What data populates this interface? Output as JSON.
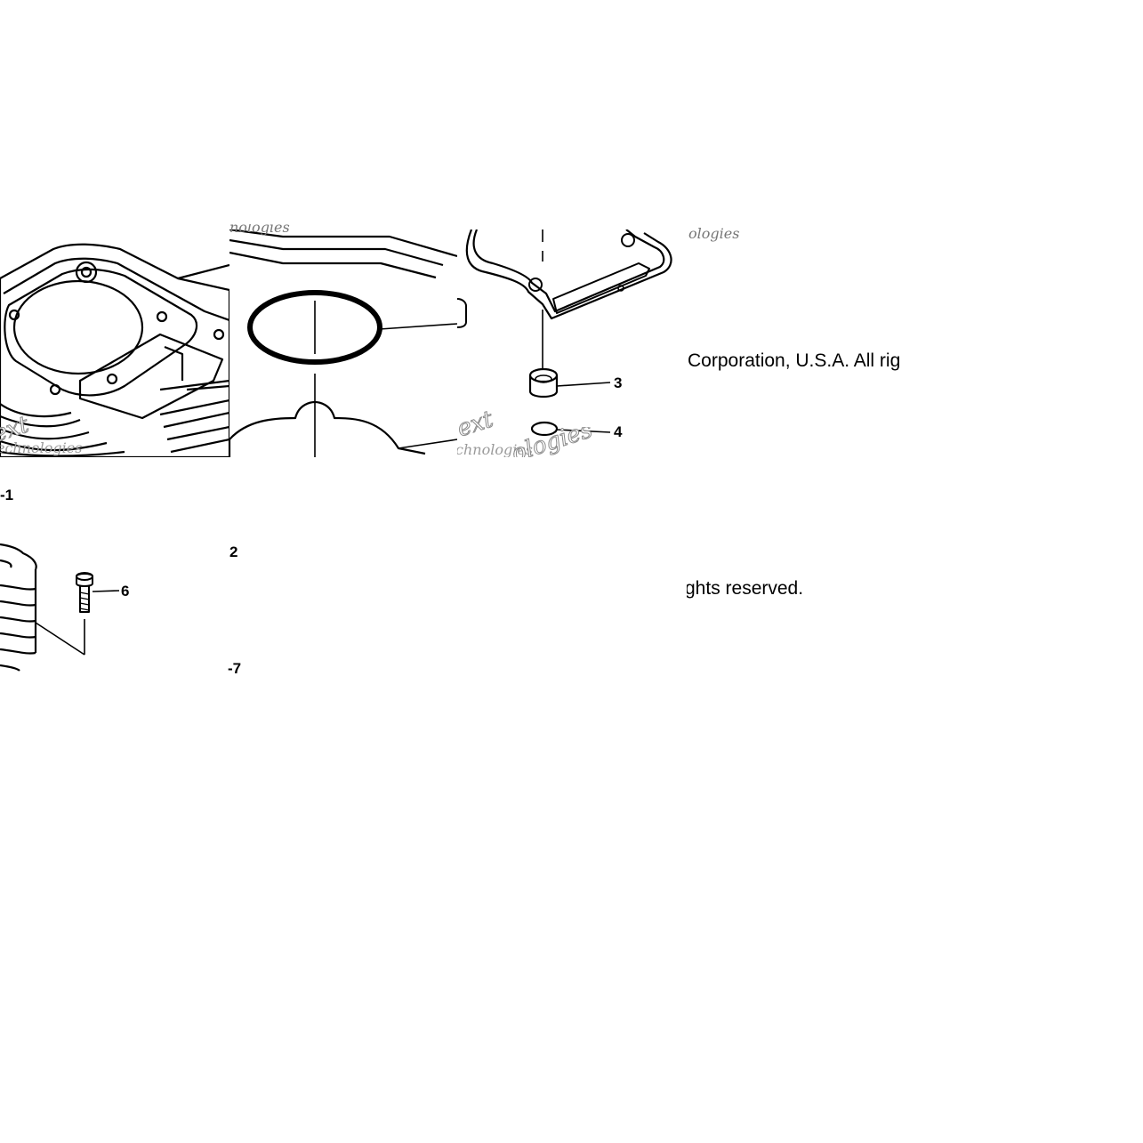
{
  "diagram": {
    "callouts": {
      "c1": "-1",
      "c2": "2",
      "c3": "3",
      "c4": "4",
      "c6": "6",
      "c7": "-7"
    },
    "copyright": {
      "part1": "Corporation, U.S.A. All rig",
      "part2": "ghts reserved."
    },
    "watermark": {
      "text_a": "echnologies",
      "text_b": "ext",
      "text_c": "ologies",
      "text_d": "chnologies",
      "text_e": "ext",
      "text_f": "ologies",
      "text_g": "nologies"
    }
  }
}
